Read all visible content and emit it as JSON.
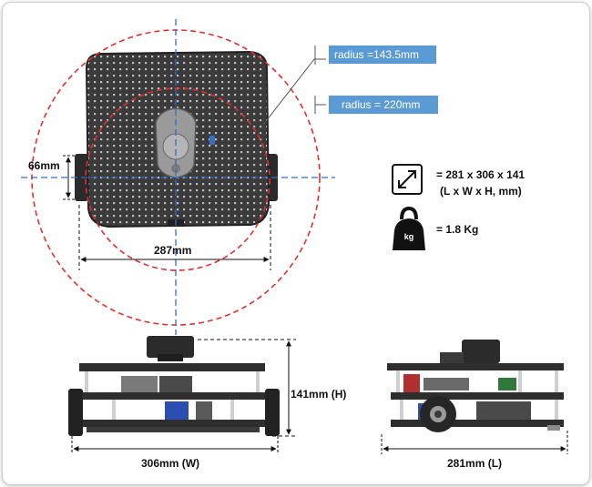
{
  "callouts": {
    "radius_small": "radius =143.5mm",
    "radius_large": "radius = 220mm"
  },
  "dimensions": {
    "height_side": "66mm",
    "width_top": "287mm",
    "height": "141mm (H)",
    "width": "306mm (W)",
    "length": "281mm (L)"
  },
  "specs": {
    "size_line1": "= 281 x 306 x 141",
    "size_line2": "(L x W x H, mm)",
    "weight": "= 1.8 Kg",
    "weight_icon_label": "kg",
    "size_icon": "expand-arrows-icon",
    "weight_icon": "kettlebell-weight-icon"
  },
  "colors": {
    "callout_bg": "#5b9bd5",
    "circle": "#e03030",
    "axis": "#2f6fc0",
    "robot": "#3a3a3a"
  }
}
